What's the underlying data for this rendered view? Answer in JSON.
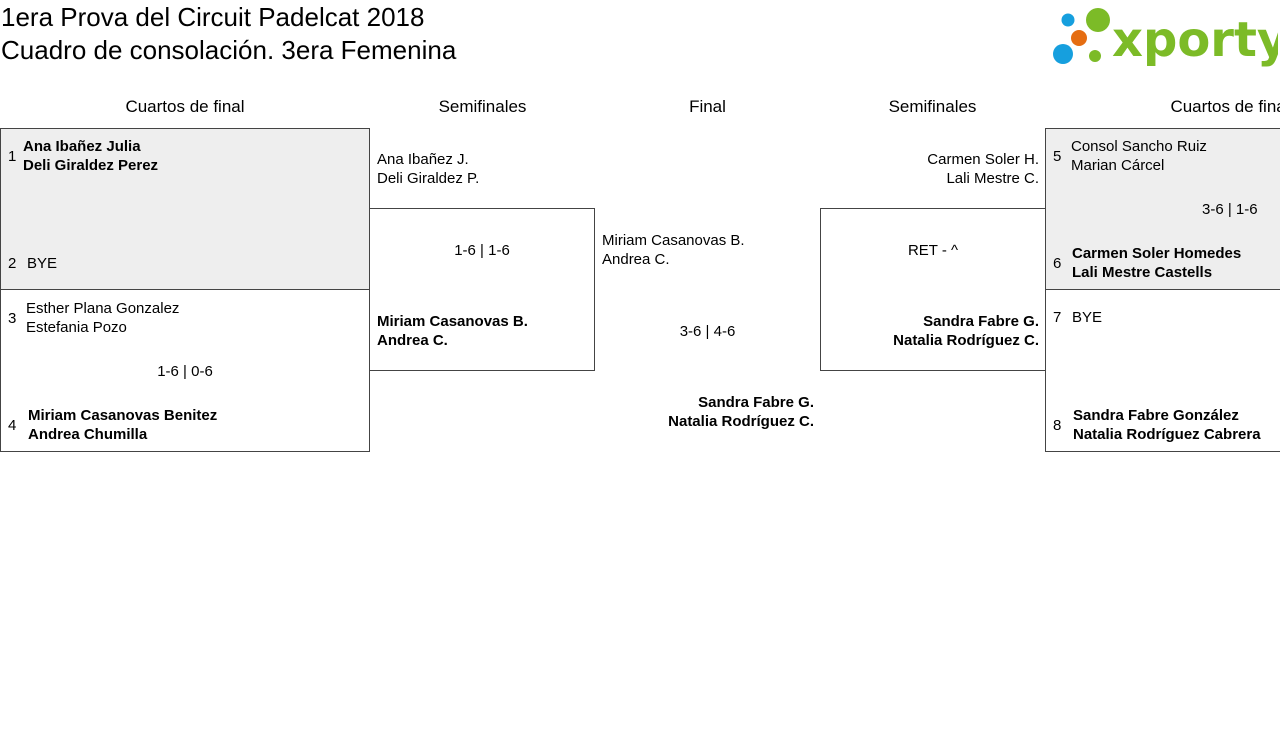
{
  "header": {
    "title_line1": "1era Prova del Circuit Padelcat 2018",
    "title_line2": "Cuadro de consolación. 3era Femenina",
    "logo_text": "xporty"
  },
  "rounds": {
    "left_qf": "Cuartos de final",
    "left_sf": "Semifinales",
    "final": "Final",
    "right_sf": "Semifinales",
    "right_qf": "Cuartos de final"
  },
  "left_qf": {
    "m1": {
      "seed_a": "1",
      "a1": "Ana Ibañez Julia",
      "a2": "Deli Giraldez Perez",
      "seed_b": "2",
      "b1": "BYE"
    },
    "m2": {
      "seed_a": "3",
      "a1": "Esther Plana Gonzalez",
      "a2": "Estefania Pozo",
      "score": "1-6 | 0-6",
      "seed_b": "4",
      "b1": "Miriam Casanovas Benitez",
      "b2": "Andrea Chumilla"
    }
  },
  "left_sf": {
    "a1": "Ana Ibañez J.",
    "a2": "Deli Giraldez P.",
    "score": "1-6 | 1-6",
    "b1": "Miriam Casanovas B.",
    "b2": "Andrea C."
  },
  "final": {
    "a1": "Miriam Casanovas B.",
    "a2": "Andrea C.",
    "score": "3-6 | 4-6",
    "b1": "Sandra Fabre G.",
    "b2": "Natalia Rodríguez C."
  },
  "right_sf": {
    "a1": "Carmen Soler H.",
    "a2": "Lali Mestre C.",
    "score": "RET - ^",
    "b1": "Sandra Fabre G.",
    "b2": "Natalia Rodríguez C."
  },
  "right_qf": {
    "m1": {
      "seed_a": "5",
      "a1": "Consol Sancho Ruiz",
      "a2": "Marian Cárcel",
      "score": "3-6 | 1-6",
      "seed_b": "6",
      "b1": "Carmen Soler Homedes",
      "b2": "Lali Mestre Castells"
    },
    "m2": {
      "seed_a": "7",
      "a1": "BYE",
      "seed_b": "8",
      "b1": "Sandra Fabre González",
      "b2": "Natalia Rodríguez Cabrera"
    }
  },
  "colors": {
    "logo_green": "#7cbb27",
    "logo_orange": "#e56d12",
    "logo_blue": "#169fde",
    "winner_bg": "#eeeeee"
  }
}
